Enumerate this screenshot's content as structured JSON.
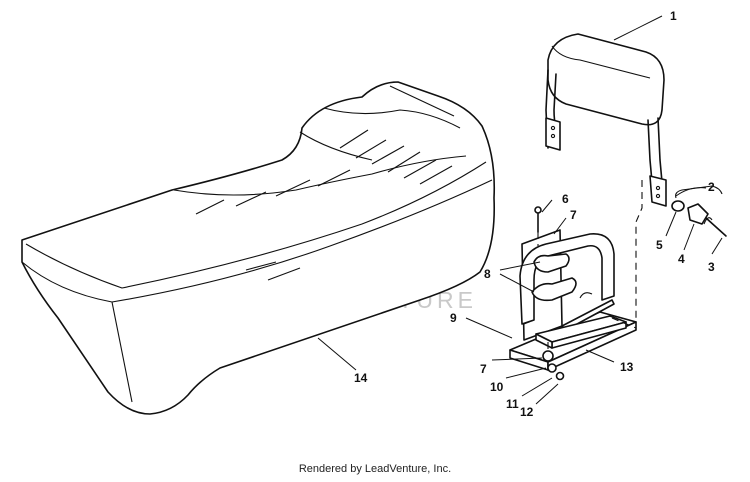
{
  "watermark": {
    "text": "LEADVENTURE"
  },
  "footer": {
    "text": "Rendered by LeadVenture, Inc."
  },
  "callouts": {
    "c1": "1",
    "c2": "2",
    "c3": "3",
    "c4": "4",
    "c5": "5",
    "c6": "6",
    "c7a": "7",
    "c7b": "7",
    "c8": "8",
    "c9": "9",
    "c10": "10",
    "c11": "11",
    "c12": "12",
    "c13": "13",
    "c14": "14"
  }
}
